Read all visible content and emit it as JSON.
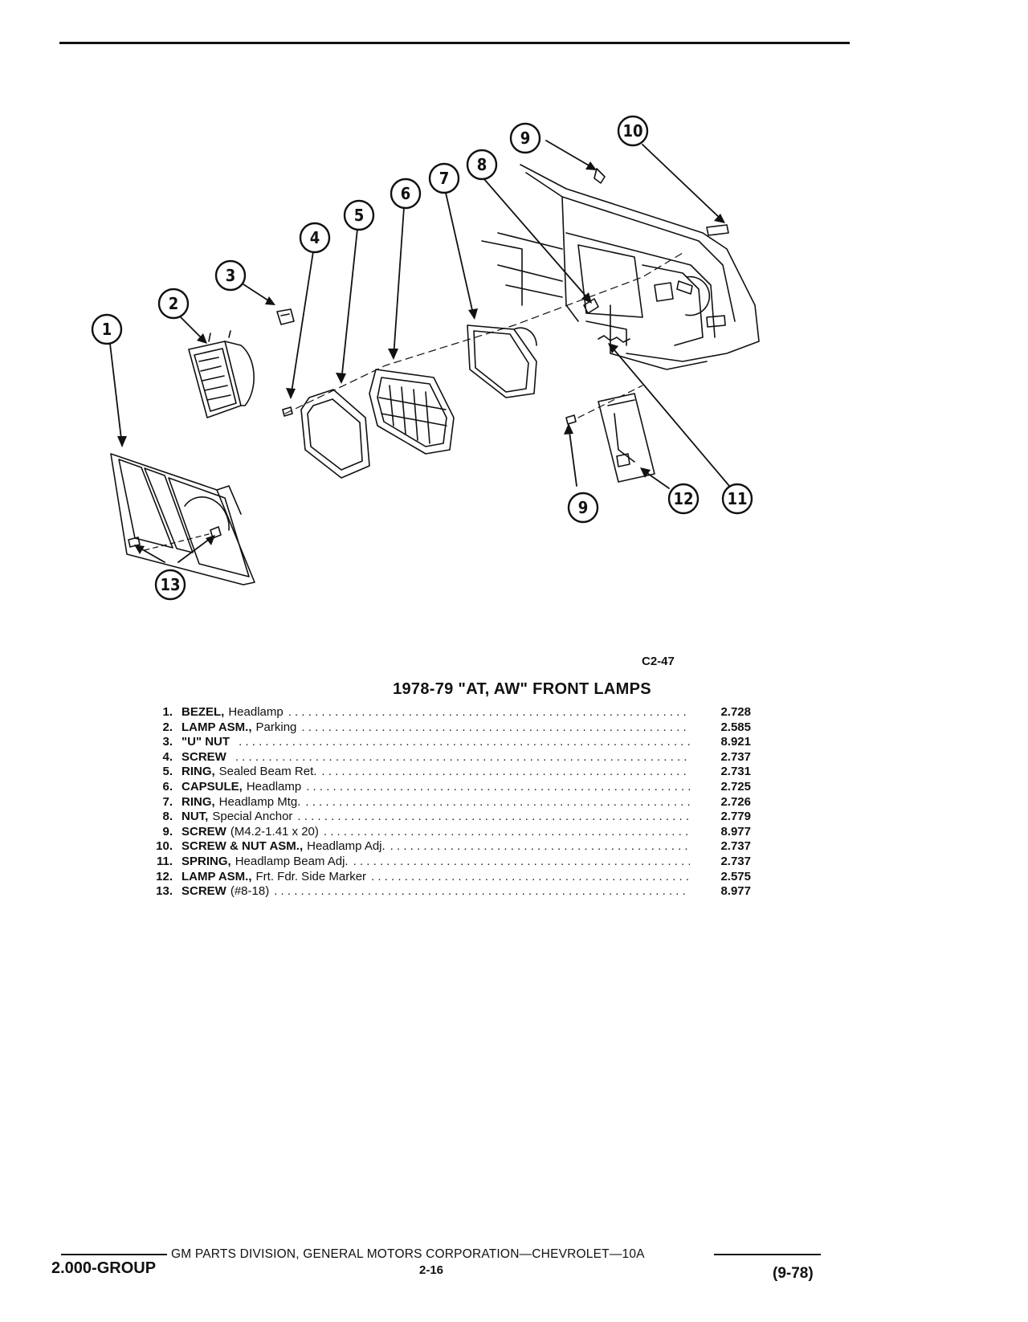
{
  "diagram": {
    "callouts": [
      "1",
      "2",
      "3",
      "4",
      "5",
      "6",
      "7",
      "8",
      "9",
      "10",
      "11",
      "12",
      "9",
      "13"
    ],
    "figure_code": "C2-47"
  },
  "parts_list": {
    "title": "1978-79 \"AT, AW\" FRONT LAMPS",
    "items": [
      {
        "num": "1.",
        "name": "BEZEL,",
        "desc": "Headlamp",
        "code": "2.728"
      },
      {
        "num": "2.",
        "name": "LAMP ASM.,",
        "desc": "Parking",
        "code": "2.585"
      },
      {
        "num": "3.",
        "name": "\"U\" NUT",
        "desc": "",
        "code": "8.921"
      },
      {
        "num": "4.",
        "name": "SCREW",
        "desc": "",
        "code": "2.737"
      },
      {
        "num": "5.",
        "name": "RING,",
        "desc": "Sealed Beam Ret.",
        "code": "2.731"
      },
      {
        "num": "6.",
        "name": "CAPSULE,",
        "desc": "Headlamp",
        "code": "2.725"
      },
      {
        "num": "7.",
        "name": "RING,",
        "desc": "Headlamp Mtg.",
        "code": "2.726"
      },
      {
        "num": "8.",
        "name": "NUT,",
        "desc": "Special Anchor",
        "code": "2.779"
      },
      {
        "num": "9.",
        "name": "SCREW",
        "desc": "(M4.2-1.41 x 20)",
        "code": "8.977"
      },
      {
        "num": "10.",
        "name": "SCREW & NUT ASM.,",
        "desc": "Headlamp Adj.",
        "code": "2.737"
      },
      {
        "num": "11.",
        "name": "SPRING,",
        "desc": "Headlamp Beam Adj.",
        "code": "2.737"
      },
      {
        "num": "12.",
        "name": "LAMP ASM.,",
        "desc": "Frt. Fdr. Side Marker",
        "code": "2.575"
      },
      {
        "num": "13.",
        "name": "SCREW",
        "desc": "(#8-18)",
        "code": "8.977"
      }
    ]
  },
  "footer": {
    "corporation": "GM PARTS DIVISION, GENERAL MOTORS CORPORATION—CHEVROLET—10A",
    "group": "2.000-GROUP",
    "page": "2-16",
    "date": "(9-78)"
  }
}
